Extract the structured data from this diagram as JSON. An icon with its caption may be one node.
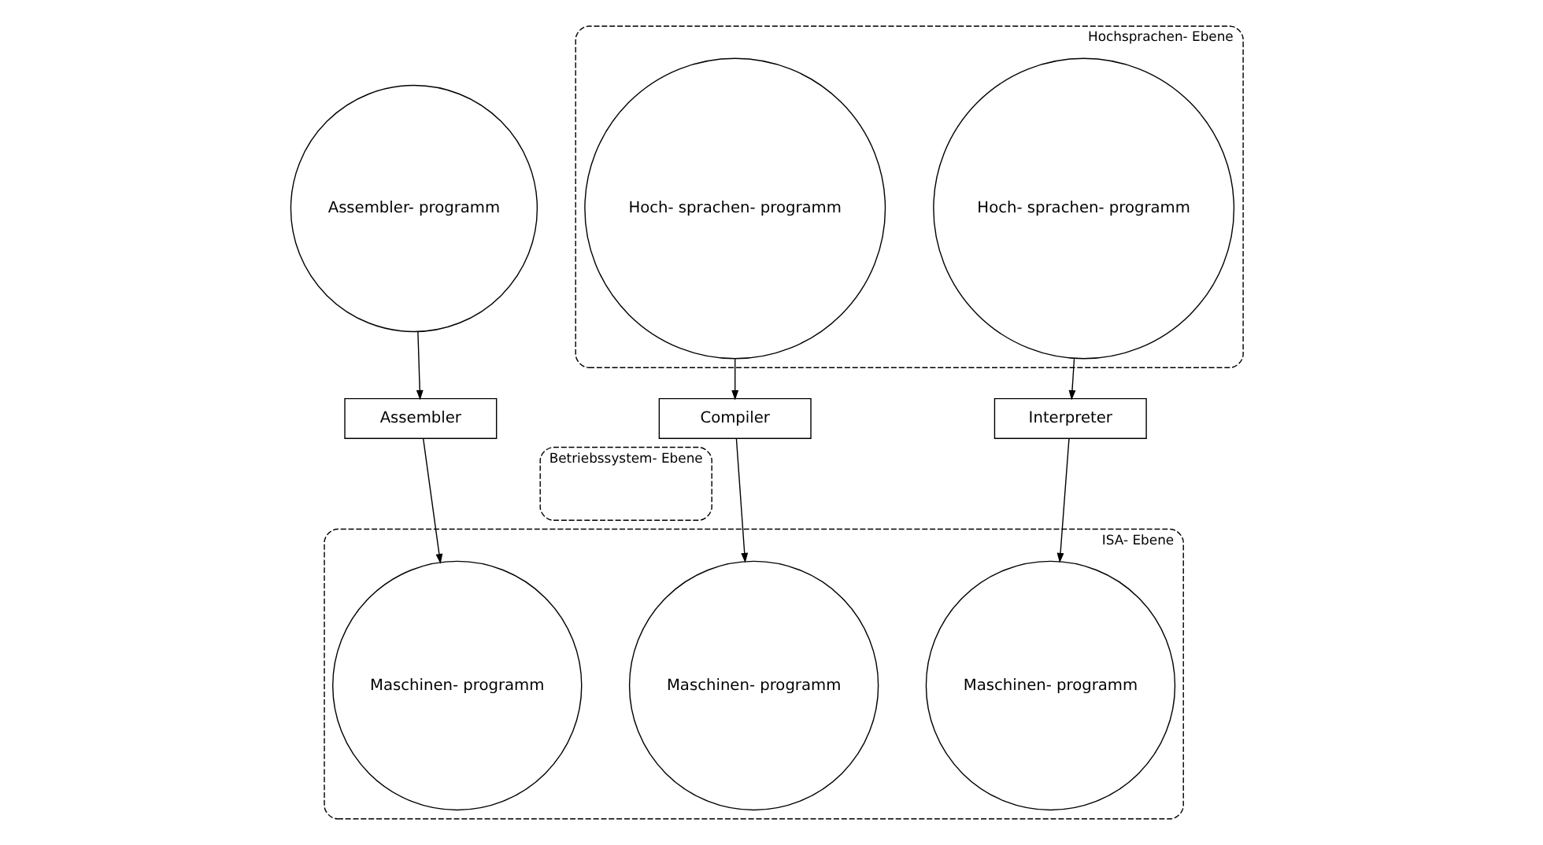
{
  "diagram": {
    "nodes": [
      {
        "text": [
          "Assembler- programm"
        ]
      },
      {
        "text": [
          "Hochsprachen- Ebene"
        ]
      },
      {
        "text": [
          "Hoch- sprachen- programm"
        ],
        "in": 1
      },
      {
        "text": [
          "Hoch- sprachen- programm"
        ],
        "in": 1
      },
      {
        "text": [
          "Assembler"
        ]
      },
      {
        "text": [
          "Compiler"
        ]
      },
      {
        "text": [
          "Interpreter"
        ]
      },
      {
        "text": [
          "Betriebssystem- Ebene"
        ]
      },
      {
        "text": [
          "ISA- Ebene"
        ]
      },
      {
        "text": [
          "Maschinen- programm"
        ],
        "in": 8
      },
      {
        "text": [
          "Maschinen- programm"
        ],
        "in": 8
      },
      {
        "text": [
          "Maschinen- programm"
        ],
        "in": 8
      }
    ],
    "edges": [
      {
        "from": 0,
        "to": 4,
        "arrow": "to"
      },
      {
        "from": 2,
        "to": 5,
        "arrow": "to"
      },
      {
        "from": 3,
        "to": 6,
        "arrow": "to"
      },
      {
        "from": 4,
        "to": 9,
        "arrow": "to"
      },
      {
        "from": 5,
        "to": 10,
        "arrow": "to"
      },
      {
        "from": 6,
        "to": 11,
        "arrow": "to"
      }
    ]
  }
}
